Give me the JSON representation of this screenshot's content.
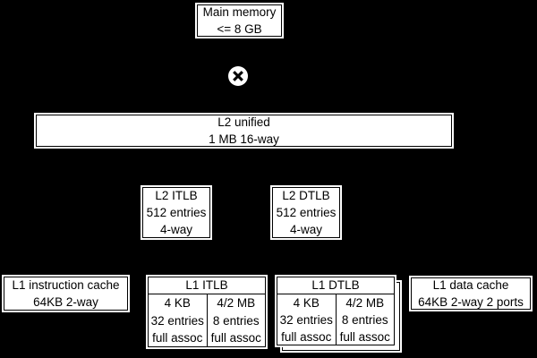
{
  "colors": {
    "background": "#000000",
    "box_fill": "#ffffff",
    "box_stroke": "#000000",
    "text": "#000000"
  },
  "nodes": {
    "main_memory": {
      "title": "Main memory",
      "subtitle": "<= 8 GB"
    },
    "crossbar": {
      "icon": "x-circle"
    },
    "l2_unified": {
      "title": "L2 unified",
      "subtitle": "1 MB 16-way"
    },
    "l2_itlb": {
      "title": "L2 ITLB",
      "line2": "512 entries",
      "line3": "4-way"
    },
    "l2_dtlb": {
      "title": "L2 DTLB",
      "line2": "512 entries",
      "line3": "4-way"
    },
    "l1_instruction_cache": {
      "title": "L1 instruction cache",
      "subtitle": "64KB 2-way"
    },
    "l1_itlb": {
      "header": "L1 ITLB",
      "cells": [
        {
          "size": "4 KB",
          "entries": "32 entries",
          "assoc": "full assoc"
        },
        {
          "size": "4/2 MB",
          "entries": "8 entries",
          "assoc": "full assoc"
        }
      ]
    },
    "l1_dtlb": {
      "header": "L1 DTLB",
      "cells": [
        {
          "size": "4 KB",
          "entries": "32 entries",
          "assoc": "full assoc"
        },
        {
          "size": "4/2 MB",
          "entries": "8 entries",
          "assoc": "full assoc"
        }
      ]
    },
    "l1_data_cache": {
      "title": "L1 data cache",
      "subtitle": "64KB 2-way 2 ports"
    }
  }
}
